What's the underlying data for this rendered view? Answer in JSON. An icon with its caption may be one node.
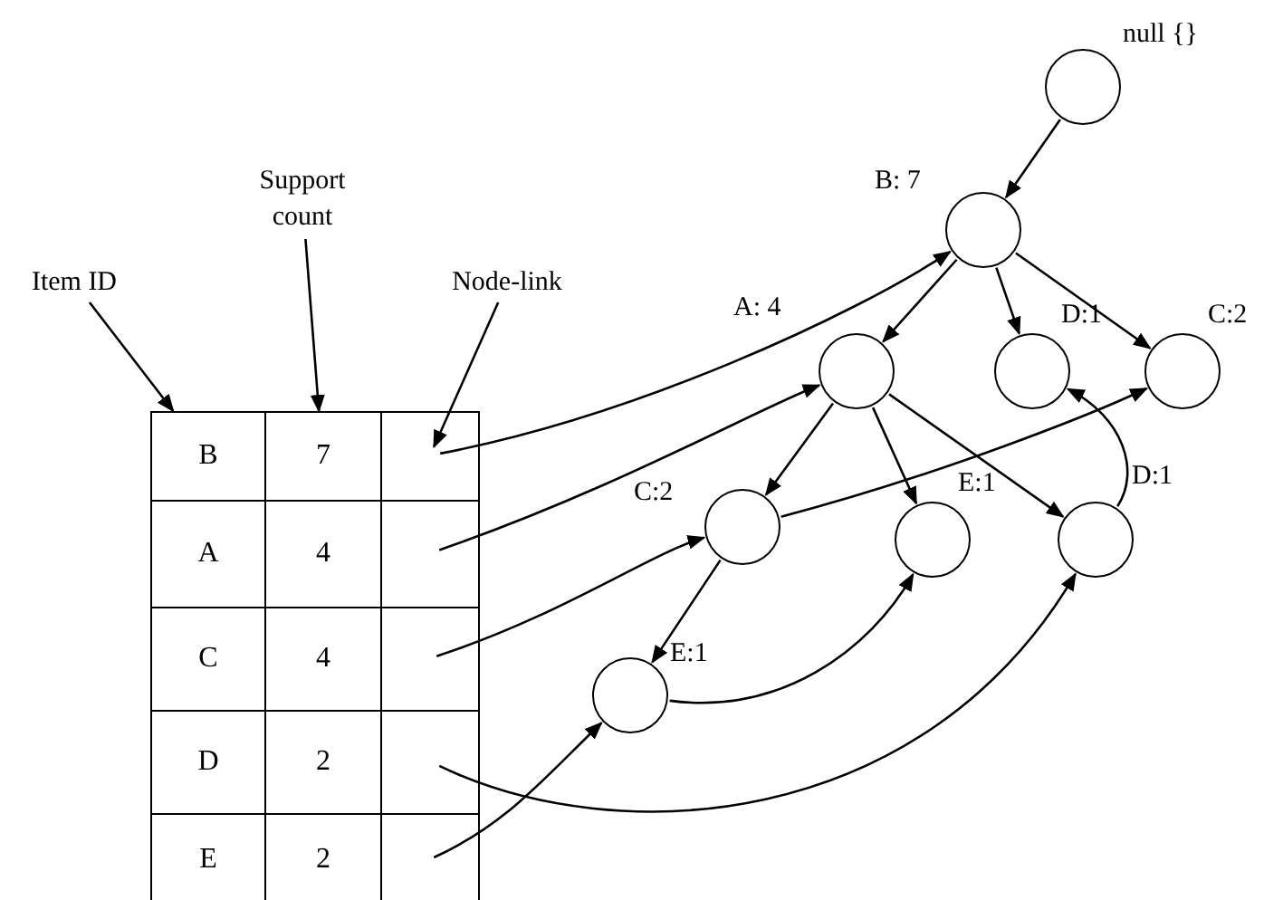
{
  "diagram": {
    "nodes": [
      {
        "text": [
          "Item ID"
        ]
      },
      {
        "text": [
          "Support count"
        ]
      },
      {
        "text": [
          "Node-link"
        ]
      },
      {
        "text": [
          "B"
        ]
      },
      {
        "text": [
          "7"
        ]
      },
      {
        "text": [],
        "shape": "box"
      },
      {
        "text": [
          "A"
        ]
      },
      {
        "text": [
          "4"
        ]
      },
      {
        "text": [],
        "shape": "box"
      },
      {
        "text": [
          "C"
        ]
      },
      {
        "text": [
          "4"
        ]
      },
      {
        "text": [],
        "shape": "box"
      },
      {
        "text": [
          "D"
        ]
      },
      {
        "text": [
          "2"
        ]
      },
      {
        "text": [],
        "shape": "box"
      },
      {
        "text": [
          "E"
        ]
      },
      {
        "text": [
          "2"
        ]
      },
      {
        "text": [],
        "shape": "box"
      },
      {
        "text": [],
        "shape": "circle",
        "beside": [
          "null {}"
        ]
      },
      {
        "text": [],
        "shape": "circle",
        "beside": [
          "B: 7"
        ]
      },
      {
        "text": [],
        "shape": "circle",
        "beside": [
          "A: 4"
        ]
      },
      {
        "text": [],
        "shape": "circle",
        "beside": [
          "D:1"
        ]
      },
      {
        "text": [],
        "shape": "circle",
        "beside": [
          "C:2"
        ]
      },
      {
        "text": [],
        "shape": "circle",
        "beside": [
          "C:2"
        ]
      },
      {
        "text": [],
        "shape": "circle",
        "beside": [
          "E:1"
        ]
      },
      {
        "text": [],
        "shape": "circle",
        "beside": [
          "D:1"
        ]
      },
      {
        "text": [],
        "shape": "circle",
        "beside": [
          "E:1"
        ]
      }
    ],
    "edges": [
      {
        "from": 0,
        "to": 3,
        "arrow": "to"
      },
      {
        "from": 1,
        "to": 4,
        "arrow": "to"
      },
      {
        "from": 2,
        "to": 5,
        "arrow": "to"
      },
      {
        "from": 18,
        "to": 19,
        "arrow": "to"
      },
      {
        "from": 19,
        "to": 20,
        "arrow": "to"
      },
      {
        "from": 19,
        "to": 21,
        "arrow": "to"
      },
      {
        "from": 19,
        "to": 22,
        "arrow": "to"
      },
      {
        "from": 20,
        "to": 23,
        "arrow": "to"
      },
      {
        "from": 20,
        "to": 24,
        "arrow": "to"
      },
      {
        "from": 20,
        "to": 25,
        "arrow": "to"
      },
      {
        "from": 23,
        "to": 26,
        "arrow": "to"
      },
      {
        "from": 5,
        "to": 19,
        "arrow": "to"
      },
      {
        "from": 8,
        "to": 20,
        "arrow": "to"
      },
      {
        "from": 11,
        "to": 23,
        "arrow": "to"
      },
      {
        "from": 23,
        "to": 22,
        "arrow": "to"
      },
      {
        "from": 14,
        "to": 25,
        "arrow": "to"
      },
      {
        "from": 25,
        "to": 21,
        "arrow": "to"
      },
      {
        "from": 17,
        "to": 26,
        "arrow": "to"
      },
      {
        "from": 26,
        "to": 24,
        "arrow": "to"
      }
    ]
  }
}
